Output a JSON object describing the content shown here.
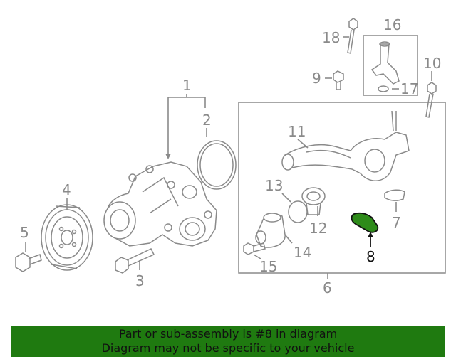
{
  "colors": {
    "line": "#8a8a8a",
    "highlight_fill": "#2e8b1a",
    "highlight_text": "#111111",
    "banner_bg": "#1f7a10",
    "banner_text": "#111111"
  },
  "callouts": [
    {
      "id": "1",
      "label": "1"
    },
    {
      "id": "2",
      "label": "2"
    },
    {
      "id": "3",
      "label": "3"
    },
    {
      "id": "4",
      "label": "4"
    },
    {
      "id": "5",
      "label": "5"
    },
    {
      "id": "6",
      "label": "6"
    },
    {
      "id": "7",
      "label": "7"
    },
    {
      "id": "8",
      "label": "8",
      "highlighted": true
    },
    {
      "id": "9",
      "label": "9"
    },
    {
      "id": "10",
      "label": "10"
    },
    {
      "id": "11",
      "label": "11"
    },
    {
      "id": "12",
      "label": "12"
    },
    {
      "id": "13",
      "label": "13"
    },
    {
      "id": "14",
      "label": "14"
    },
    {
      "id": "15",
      "label": "15"
    },
    {
      "id": "16",
      "label": "16"
    },
    {
      "id": "17",
      "label": "17"
    },
    {
      "id": "18",
      "label": "18"
    }
  ],
  "banner": {
    "line1": "Part or sub-assembly is #8 in diagram",
    "line2": "Diagram may not be specific to your vehicle"
  }
}
